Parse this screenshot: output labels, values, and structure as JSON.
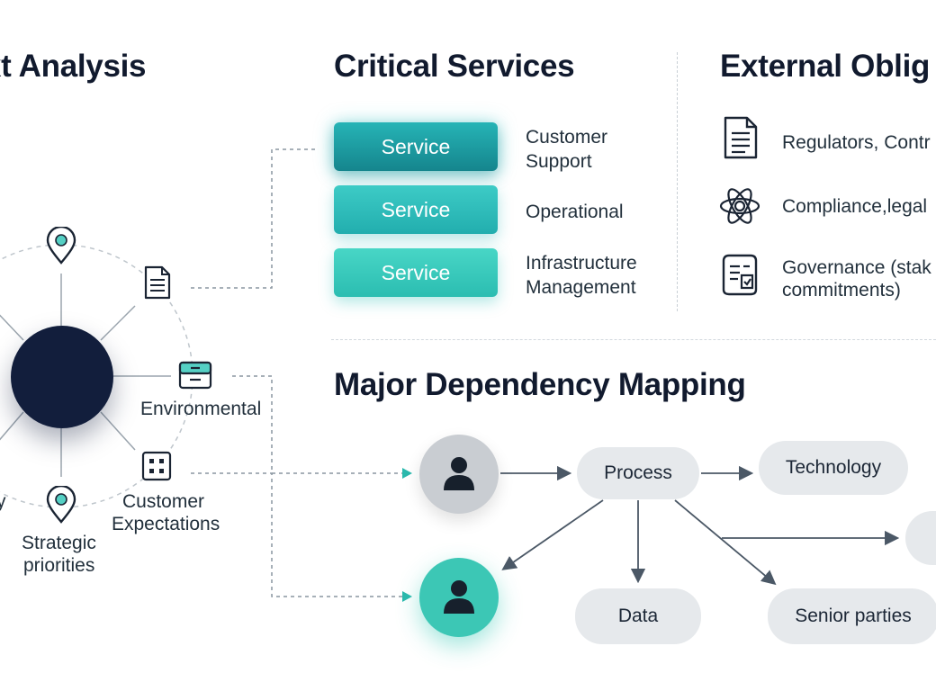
{
  "titles": {
    "context": "xt Analysis",
    "critical": "Critical Services",
    "external": "External Oblig",
    "dependency": "Major Dependency Mapping"
  },
  "services": [
    {
      "button": "Service",
      "label_lines": [
        "Customer",
        "Support"
      ]
    },
    {
      "button": "Service",
      "label_lines": [
        "Operational"
      ]
    },
    {
      "button": "Service",
      "label_lines": [
        "Infrastructure",
        "Management"
      ]
    }
  ],
  "external": [
    {
      "icon": "document-icon",
      "label_lines": [
        "Regulators, Contr"
      ]
    },
    {
      "icon": "atom-icon",
      "label_lines": [
        "Compliance,legal"
      ]
    },
    {
      "icon": "governance-doc-icon",
      "label_lines": [
        "Governance (stak",
        "commitments)"
      ]
    }
  ],
  "context": {
    "environmental": "Environmental",
    "customer_lines": [
      "Customer",
      "Expectations"
    ],
    "strategic_lines": [
      "Strategic",
      "priorities"
    ],
    "partial": "y",
    "icons": [
      "location-pin-icon",
      "document-icon",
      "archive-box-icon",
      "dice-icon",
      "location-pin-icon"
    ]
  },
  "dependency": {
    "process": "Process",
    "technology": "Technology",
    "data": "Data",
    "senior": "Senior parties"
  },
  "colors": {
    "navy": "#121e3c",
    "teal": "#22aeae",
    "teal_light": "#3cc7b5",
    "node_gray": "#e6e9ec",
    "line": "#5d6b78"
  }
}
